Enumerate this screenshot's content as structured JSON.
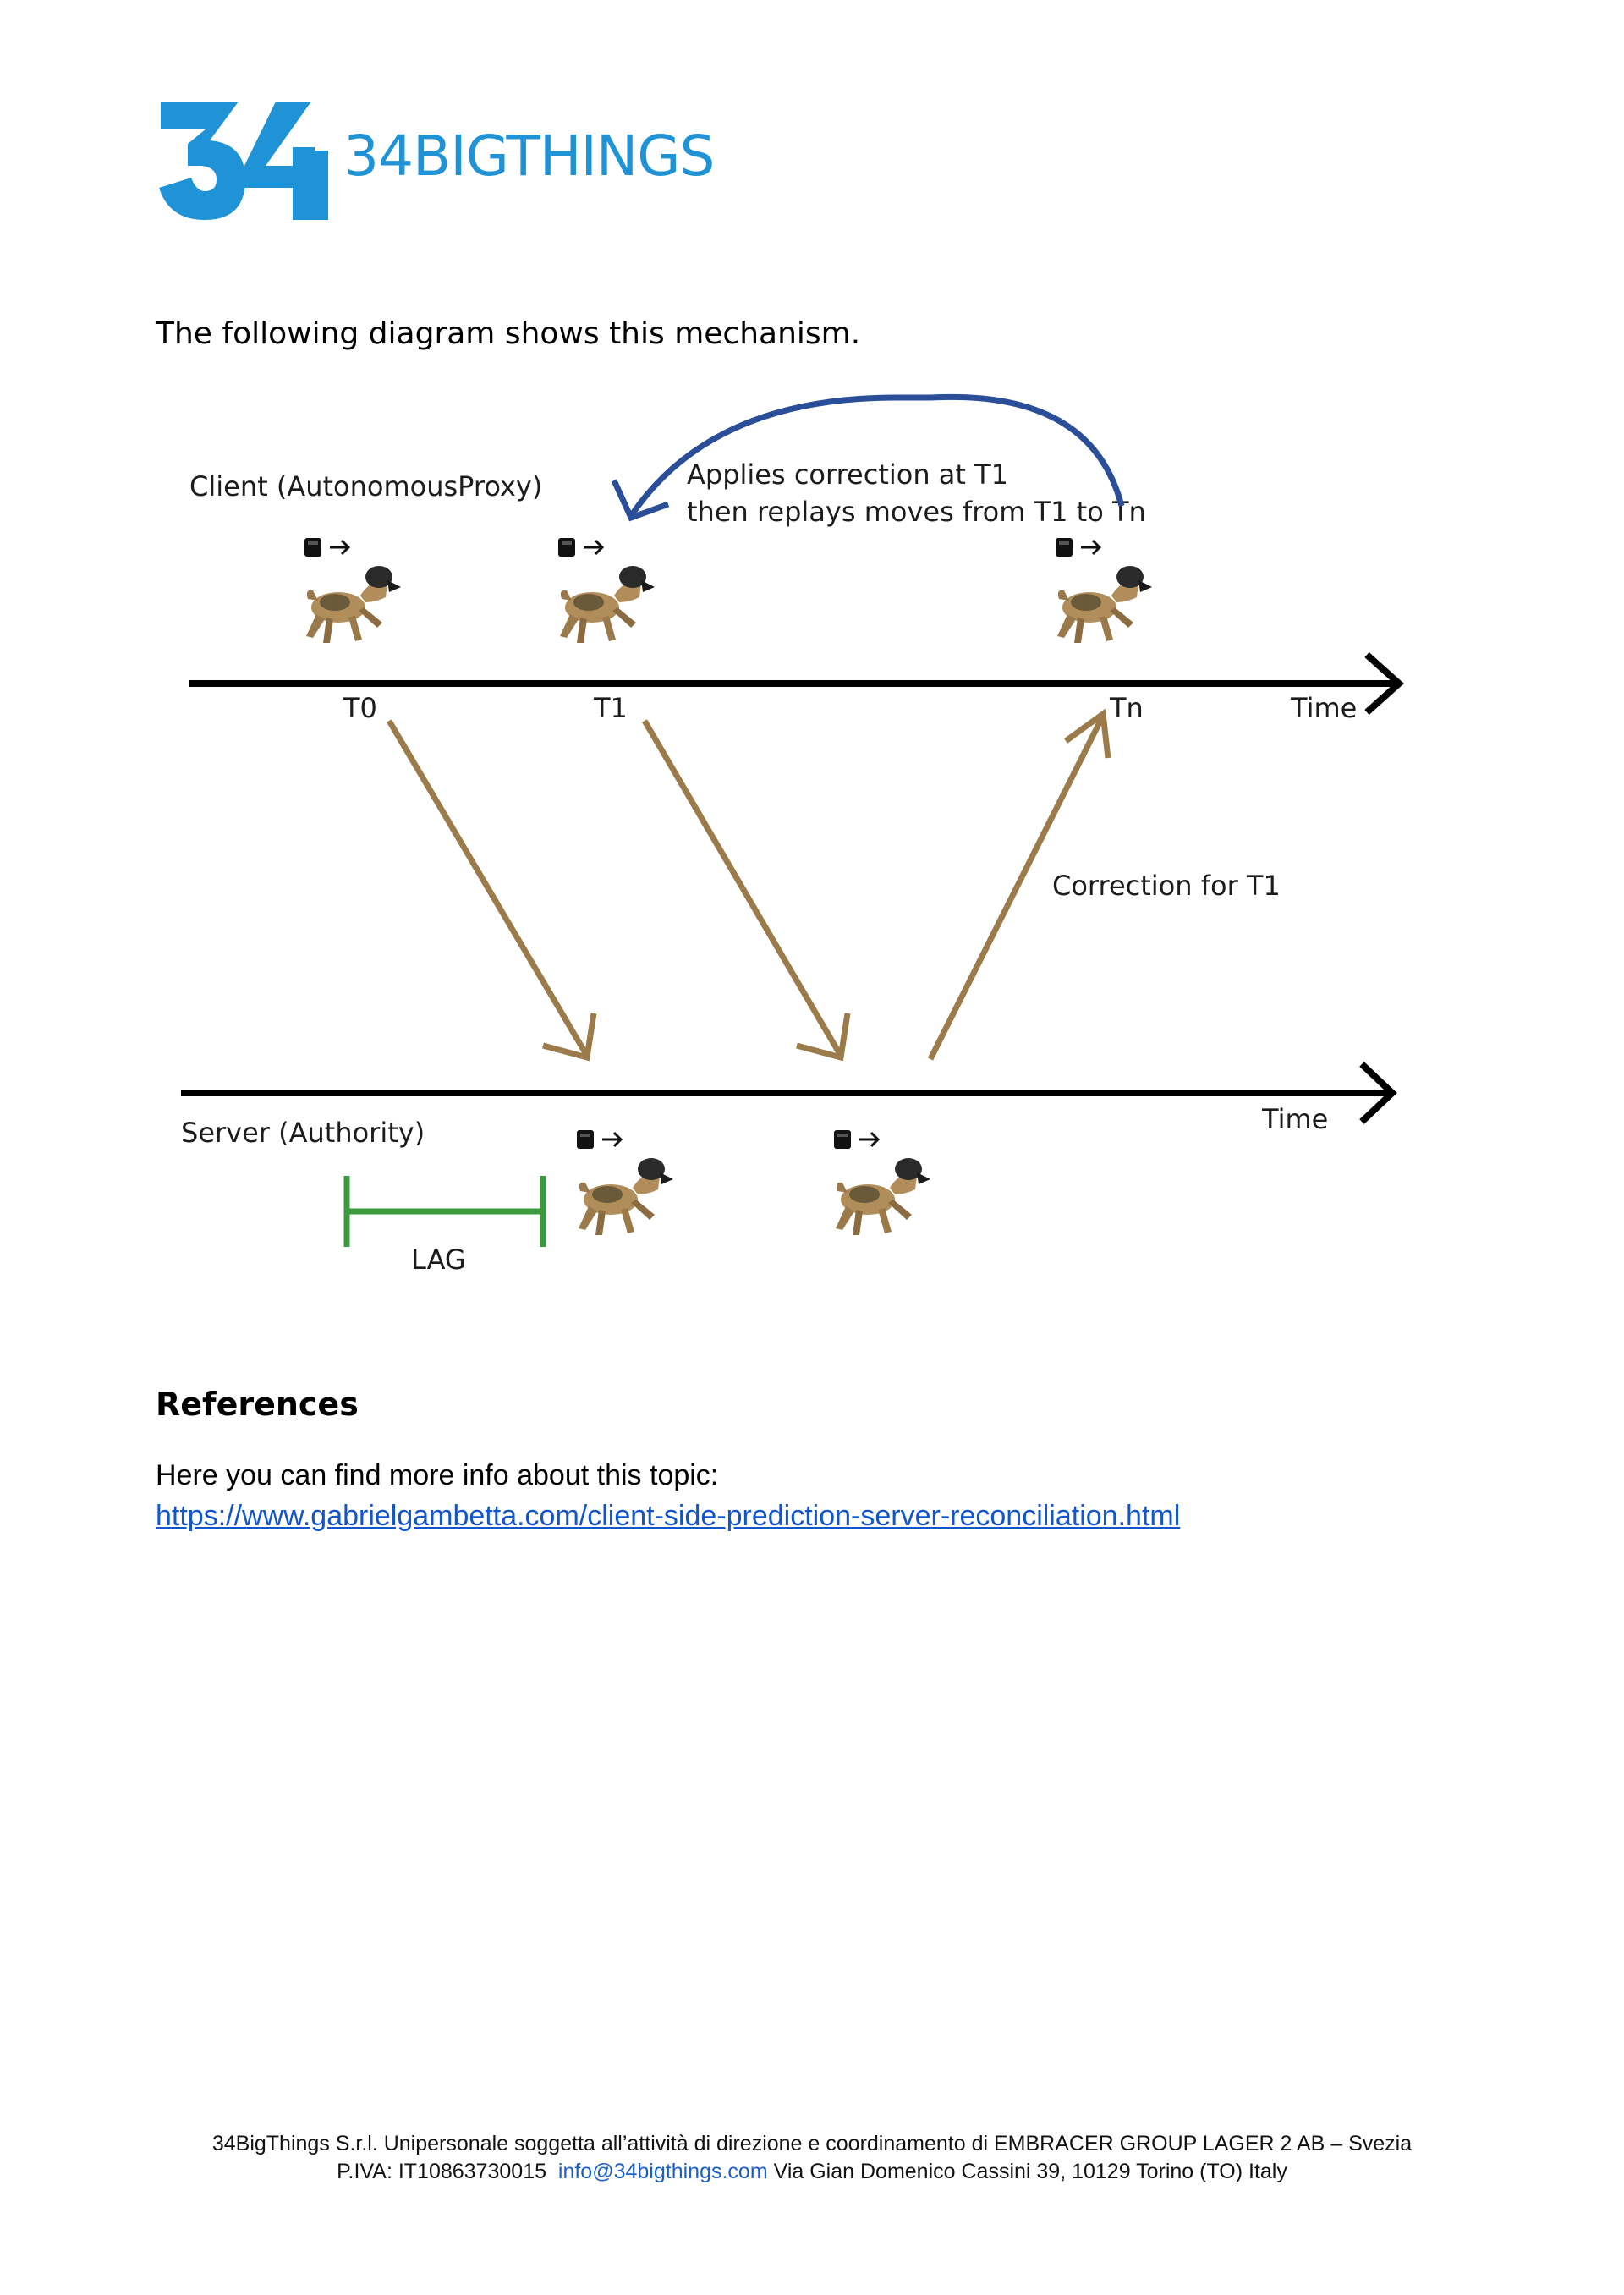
{
  "header": {
    "logo_text": "34BIGTHINGS"
  },
  "intro": "The following diagram shows this mechanism.",
  "diagram": {
    "client_label": "Client  (AutonomousProxy)",
    "correction_note_line1": "Applies correction at T1",
    "correction_note_line2": "then replays moves from T1 to Tn",
    "t0": "T0",
    "t1": "T1",
    "tn": "Tn",
    "time_top": "Time",
    "correction_label": "Correction for T1",
    "server_label": "Server (Authority)",
    "time_bottom": "Time",
    "lag_label": "LAG",
    "colors": {
      "up_arrow": "#2a4e97",
      "flow_arrows": "#9b7b4a",
      "lag": "#3b9a3b",
      "timeline": "#000000"
    }
  },
  "references": {
    "title": "References",
    "text": "Here you can find more info about this topic:",
    "link": "https://www.gabrielgambetta.com/client-side-prediction-server-reconciliation.html"
  },
  "footer": {
    "line1": "34BigThings S.r.l. Unipersonale soggetta all’attività di direzione e coordinamento di EMBRACER GROUP LAGER 2 AB – Svezia",
    "line2_prefix": "P.IVA: IT10863730015",
    "email": "info@34bigthings.com",
    "line2_suffix": "Via Gian Domenico Cassini 39, 10129 Torino (TO) Italy"
  }
}
